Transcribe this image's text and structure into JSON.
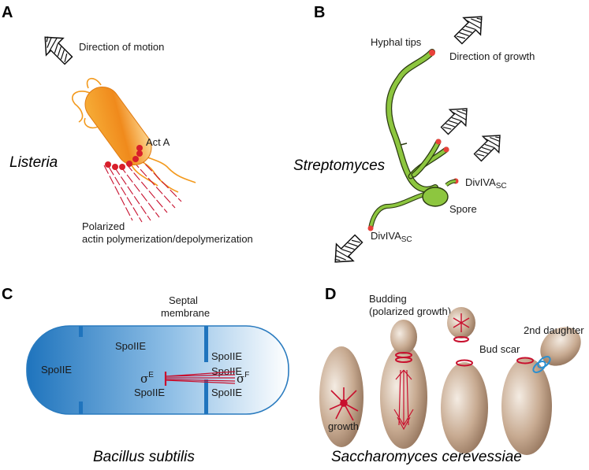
{
  "panels": {
    "a": {
      "letter": "A",
      "species": "Listeria",
      "direction_label": "Direction of motion",
      "acta_label": "Act A",
      "actin_line1": "Polarized",
      "actin_line2": "actin polymerization/depolymerization"
    },
    "b": {
      "letter": "B",
      "species": "Streptomyces",
      "hyphal_tips": "Hyphal tips",
      "direction_label": "Direction of growth",
      "divIVA_main": "DivIVA",
      "divIVA_sub": "SC",
      "spore": "Spore"
    },
    "c": {
      "letter": "C",
      "species": "Bacillus subtilis",
      "septal_line1": "Septal",
      "septal_line2": "membrane",
      "spoIIE": "SpoIIE",
      "sigma": "σ",
      "sigma_e": "E",
      "sigma_f": "F"
    },
    "d": {
      "letter": "D",
      "species": "Saccharomyces cerevessiae",
      "budding_line1": "Budding",
      "budding_line2": "(polarized growth)",
      "bud_scar": "Bud scar",
      "daughter2": "2nd daughter",
      "growth": "growth"
    }
  },
  "colors": {
    "accent_red": "#c8102e",
    "bacterium_orange": "#f39a1e",
    "hyphae_green": "#8dc63f",
    "bacillus_blue": "#2a7bbf",
    "yeast_brown": "#a98870",
    "scar_blue": "#2a8fd0"
  }
}
